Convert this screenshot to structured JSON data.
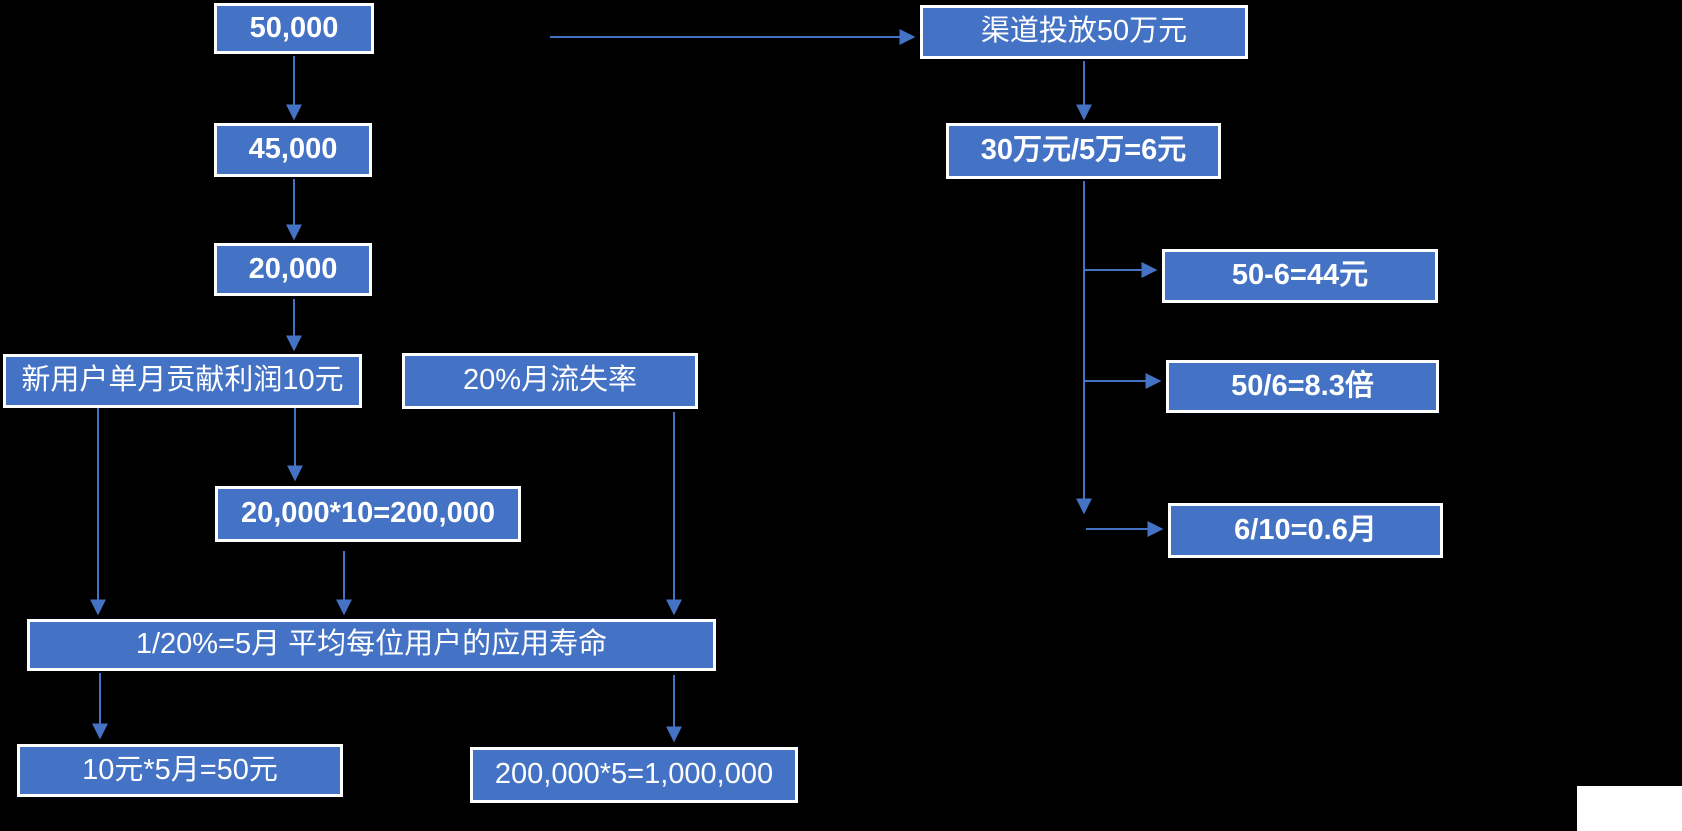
{
  "diagram": {
    "colors": {
      "background": "#000000",
      "node_fill": "#4472C4",
      "node_border": "#FFFFFF",
      "node_text": "#FFFFFF",
      "arrow": "#4472C4",
      "corner_rect": "#FFFFFF"
    },
    "nodes": {
      "users_start": {
        "label": "50,000"
      },
      "users_mid": {
        "label": "45,000"
      },
      "users_retained": {
        "label": "20,000"
      },
      "new_user_profit": {
        "label": "新用户单月贡献利润10元"
      },
      "churn_rate": {
        "label": "20%月流失率"
      },
      "monthly_profit_calc": {
        "label": "20,000*10=200,000"
      },
      "user_lifetime": {
        "label": "1/20%=5月 平均每位用户的应用寿命"
      },
      "per_user_value": {
        "label": "10元*5月=50元"
      },
      "total_value": {
        "label": "200,000*5=1,000,000"
      },
      "channel_spend": {
        "label": "渠道投放50万元"
      },
      "cost_per_user": {
        "label": "30万元/5万=6元"
      },
      "profit_per_user": {
        "label": "50-6=44元"
      },
      "roi_multiple": {
        "label": "50/6=8.3倍"
      },
      "payback_period": {
        "label": "6/10=0.6月"
      }
    }
  }
}
